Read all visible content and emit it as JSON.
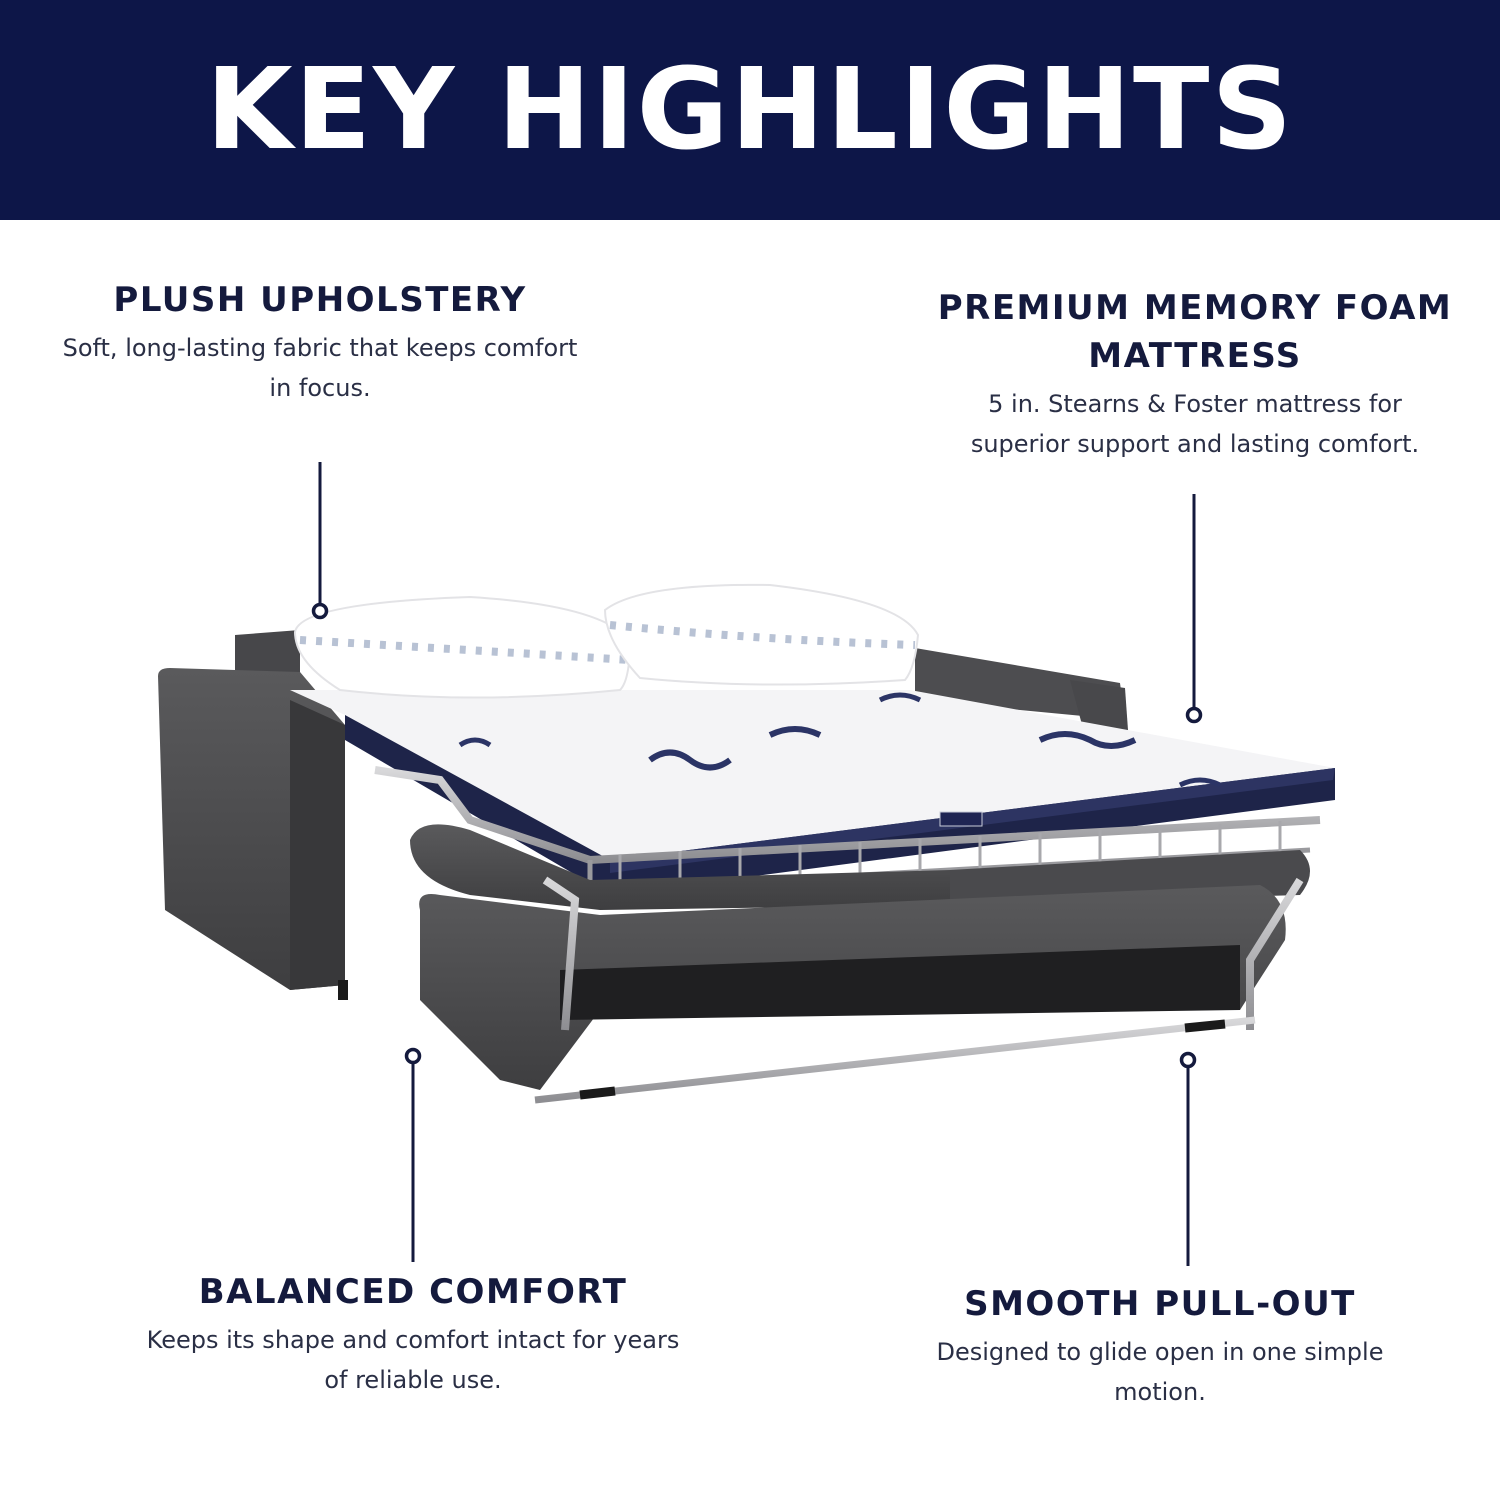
{
  "header": {
    "title": "KEY HIGHLIGHTS"
  },
  "callouts": [
    {
      "title": "PLUSH UPHOLSTERY",
      "description": "Soft, long-lasting fabric that keeps comfort in focus."
    },
    {
      "title": "PREMIUM MEMORY FOAM MATTRESS",
      "description": "5 in. Stearns & Foster mattress for superior support and lasting comfort."
    },
    {
      "title": "BALANCED COMFORT",
      "description": "Keeps its shape and comfort intact for years of reliable use."
    },
    {
      "title": "SMOOTH PULL-OUT",
      "description": "Designed to glide open in one simple motion."
    }
  ],
  "colors": {
    "navy": "#0d1648",
    "text": "#141a3d",
    "upholstery": "#4a4a4c"
  }
}
